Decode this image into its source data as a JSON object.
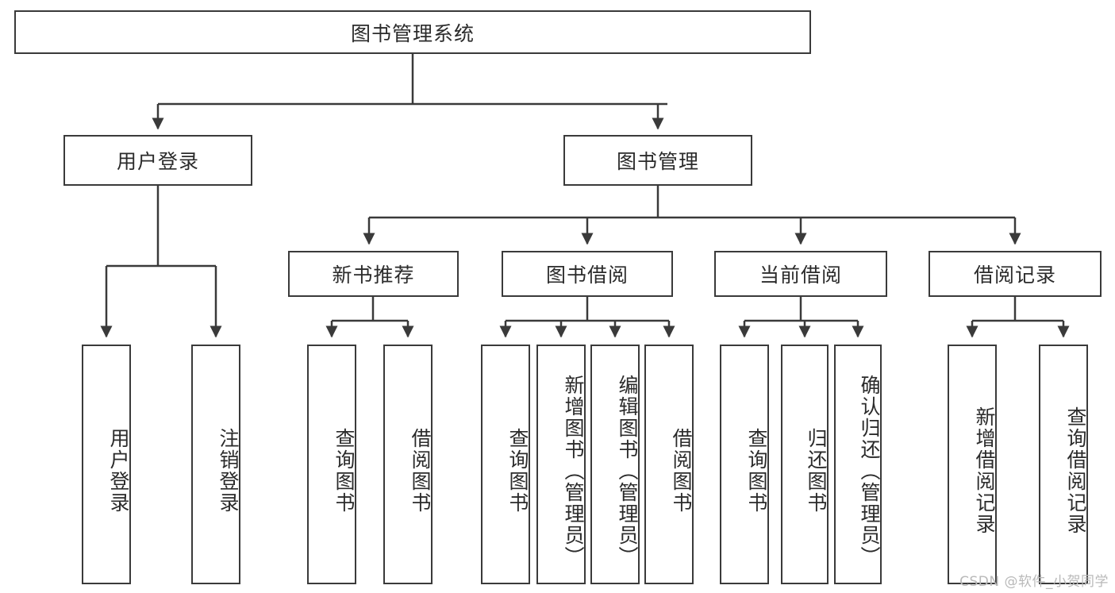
{
  "diagram": {
    "title": "图书管理系统",
    "type": "tree",
    "watermark": "CSDN @软件_小贺同学",
    "colors": {
      "box_border": "#3a3a3a",
      "box_fill": "#ffffff",
      "line": "#3a3a3a",
      "text": "#2b2b2b",
      "watermark": "#b9b9b9"
    },
    "root": {
      "label": "图书管理系统",
      "orientation": "horizontal"
    },
    "level2": [
      {
        "label": "用户登录",
        "orientation": "horizontal"
      },
      {
        "label": "图书管理",
        "orientation": "horizontal"
      }
    ],
    "level3": [
      {
        "label": "新书推荐",
        "orientation": "horizontal"
      },
      {
        "label": "图书借阅",
        "orientation": "horizontal"
      },
      {
        "label": "当前借阅",
        "orientation": "horizontal"
      },
      {
        "label": "借阅记录",
        "orientation": "horizontal"
      }
    ],
    "leaves": {
      "user_login": [
        {
          "label": "用户登录",
          "orientation": "vertical"
        },
        {
          "label": "注销登录",
          "orientation": "vertical"
        }
      ],
      "new_book_recommend": [
        {
          "label": "查询图书",
          "orientation": "vertical"
        },
        {
          "label": "借阅图书",
          "orientation": "vertical"
        }
      ],
      "book_borrow": [
        {
          "label": "查询图书",
          "orientation": "vertical"
        },
        {
          "label": "新增图书（管理员）",
          "orientation": "vertical"
        },
        {
          "label": "编辑图书（管理员）",
          "orientation": "vertical"
        },
        {
          "label": "借阅图书",
          "orientation": "vertical"
        }
      ],
      "current_borrow": [
        {
          "label": "查询图书",
          "orientation": "vertical"
        },
        {
          "label": "归还图书",
          "orientation": "vertical"
        },
        {
          "label": "确认归还（管理员）",
          "orientation": "vertical"
        }
      ],
      "borrow_record": [
        {
          "label": "新增借阅记录",
          "orientation": "vertical"
        },
        {
          "label": "查询借阅记录",
          "orientation": "vertical"
        }
      ]
    }
  }
}
